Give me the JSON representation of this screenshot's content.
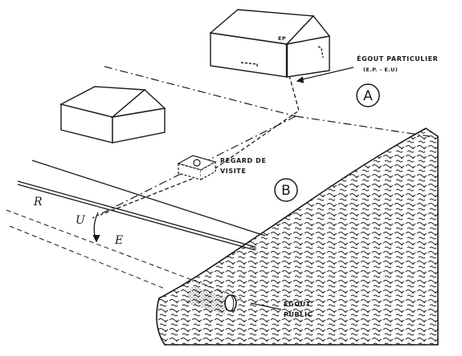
{
  "diagram": {
    "houses": [
      {
        "name": "house-with-gutter",
        "gutter_label": "EP"
      },
      {
        "name": "house-left"
      }
    ],
    "labels": {
      "egout_particulier_line1": "ÉGOUT PARTICULIER",
      "egout_particulier_line2": "(E.P. - E.U)",
      "zone_a": "A",
      "zone_b": "B",
      "regard_line1": "REGARD DE",
      "regard_line2": "VISITE",
      "rue_letters": [
        "R",
        "U",
        "E"
      ],
      "egout_public_line1": "ÉGOUT",
      "egout_public_line2": "PUBLIC"
    },
    "colors": {
      "ink": "#1a1a1a",
      "paper": "#ffffff"
    }
  }
}
